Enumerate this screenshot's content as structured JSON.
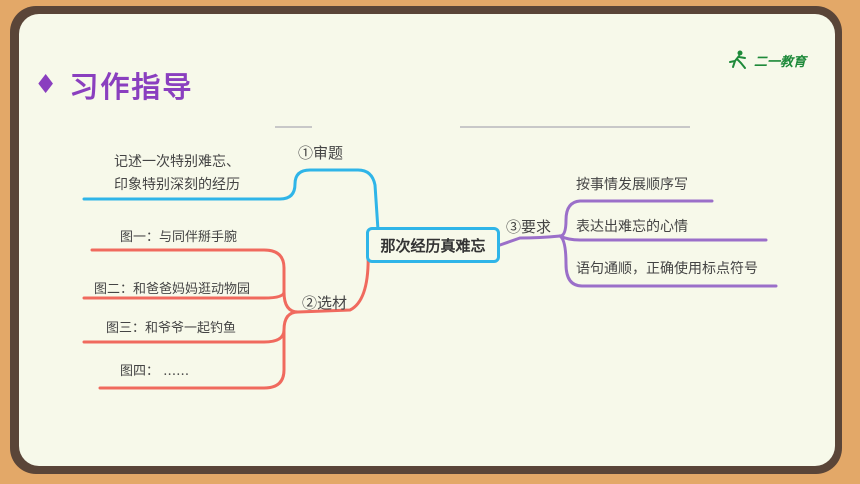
{
  "header": {
    "title": "习作指导",
    "bullet_icon": "diamond-icon"
  },
  "logo": {
    "text": "二一教育",
    "icon": "runner-icon"
  },
  "mindmap": {
    "center": "那次经历真难忘",
    "branches": {
      "topic": {
        "label": "①审题",
        "items": [
          "记述一次特别难忘、",
          "印象特别深刻的经历"
        ],
        "color": "#2fb5e8"
      },
      "material": {
        "label": "②选材",
        "items": [
          "图一：与同伴掰手腕",
          "图二：和爸爸妈妈逛动物园",
          "图三：和爷爷一起钓鱼",
          "图四：  ……"
        ],
        "color": "#f06a5e"
      },
      "requirements": {
        "label": "③要求",
        "items": [
          "按事情发展顺序写",
          "表达出难忘的心情",
          "语句通顺，正确使用标点符号"
        ],
        "color": "#9b6fc9"
      }
    }
  },
  "colors": {
    "frame": "#e3a868",
    "board": "#5a4538",
    "panel": "#f7f9ea",
    "title": "#8a3fbf"
  }
}
